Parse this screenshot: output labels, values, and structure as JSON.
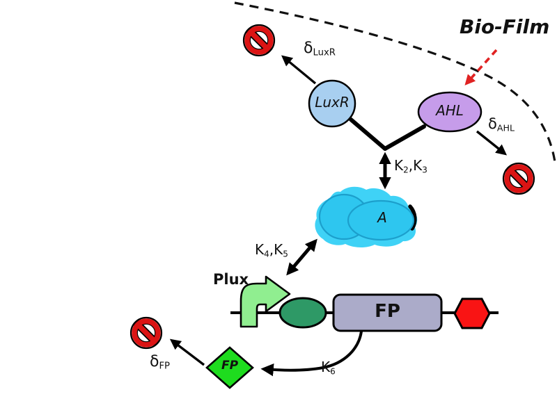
{
  "diagram": {
    "environment": {
      "label": "Bio-Film"
    },
    "nodes": {
      "luxr": {
        "label": "LuxR",
        "fill": "#A8CFF0"
      },
      "ahl": {
        "label": "AHL",
        "fill": "#C69CEA"
      },
      "complex_a": {
        "label": "A",
        "blob_fill": "#3FD2F6",
        "ellipse_fill": "#2EC6EF",
        "ellipse_stroke": "#1C9FCC"
      },
      "promoter": {
        "label": "Plux",
        "arrow_fill": "#90EE90"
      },
      "operator": {
        "fill": "#2E9966"
      },
      "gene_fp": {
        "label": "FP",
        "fill": "#ABABC9"
      },
      "terminator": {
        "fill": "#F91414"
      },
      "protein_fp": {
        "label": "FP",
        "fill": "#1EDC1E"
      }
    },
    "rates": {
      "k23": {
        "p1": "K",
        "s1": "2",
        "p2": ",K",
        "s2": "3"
      },
      "k45": {
        "p1": "K",
        "s1": "4",
        "p2": ",K",
        "s2": "5"
      },
      "k6": {
        "p1": "K",
        "s1": "6"
      }
    },
    "degradation": {
      "luxr": {
        "base": "δ",
        "sub": "LuxR"
      },
      "ahl": {
        "base": "δ",
        "sub": "AHL"
      },
      "fp": {
        "base": "δ",
        "sub": "FP"
      }
    },
    "colors": {
      "no_entry_red": "#DB1414",
      "induction_arrow_red": "#E02222",
      "line_black": "#000000"
    }
  }
}
